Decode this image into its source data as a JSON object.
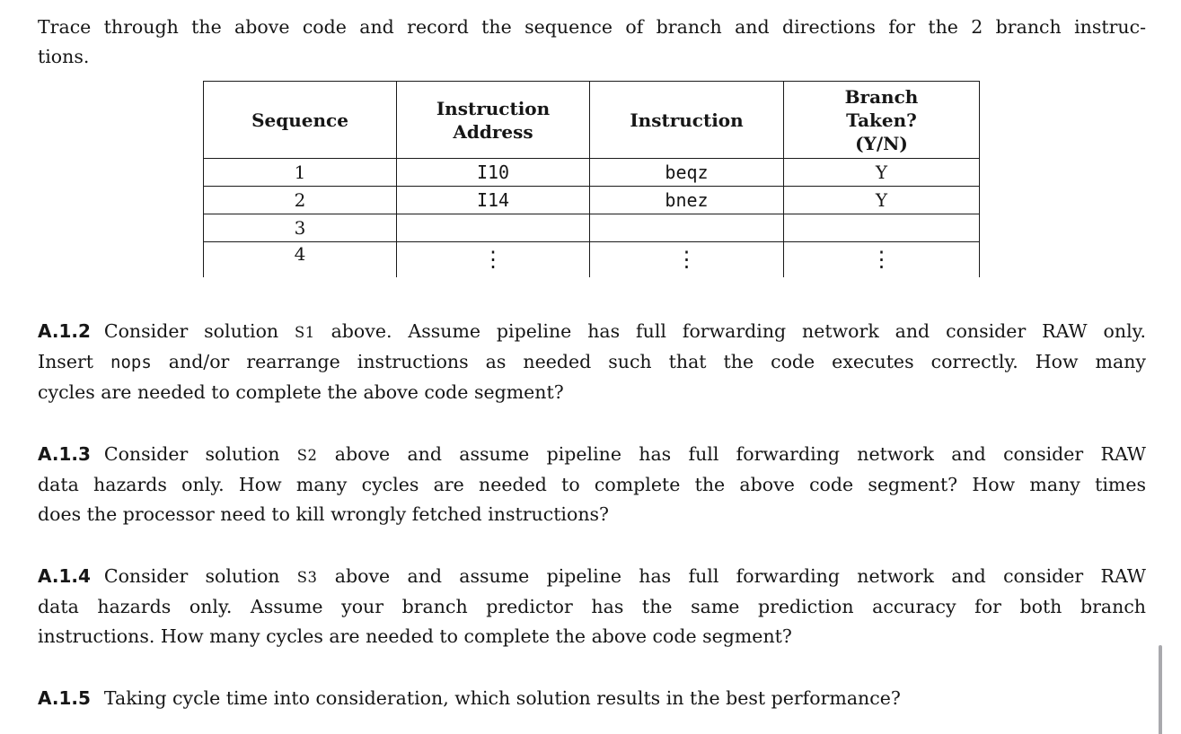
{
  "colors": {
    "background": "#ffffff",
    "text": "#161616",
    "table_border": "#1a1a1a",
    "scrollbar": "#a9a9ad"
  },
  "intro": {
    "lines": [
      {
        "justify": true,
        "segments": [
          {
            "t": "Trace through the above code and record the sequence of branch and directions for the 2 branch instruc-",
            "s": "r"
          }
        ]
      },
      {
        "justify": false,
        "segments": [
          {
            "t": "tions.",
            "s": "r"
          }
        ]
      }
    ]
  },
  "table": {
    "headers": [
      "Sequence",
      "Instruction\nAddress",
      "Instruction",
      "Branch\nTaken?\n(Y/N)"
    ],
    "rows": [
      {
        "seq": "1",
        "address": "I10",
        "instruction": "beqz",
        "taken": "Y"
      },
      {
        "seq": "2",
        "address": "I14",
        "instruction": "bnez",
        "taken": "Y"
      },
      {
        "seq": "3",
        "address": "",
        "instruction": "",
        "taken": ""
      },
      {
        "seq": "4",
        "address": "⋮",
        "instruction": "⋮",
        "taken": "⋮"
      }
    ]
  },
  "questions": [
    {
      "number": "A.1.2",
      "lines": [
        {
          "justify": true,
          "segments": [
            {
              "t": "A.1.2",
              "s": "b",
              "n": "question-number"
            },
            {
              "t": "Consider solution ",
              "s": "r"
            },
            {
              "t": "S1",
              "s": "sc",
              "n": "solution-ref"
            },
            {
              "t": " above.  Assume pipeline has full forwarding network and consider RAW only.",
              "s": "r"
            }
          ]
        },
        {
          "justify": true,
          "segments": [
            {
              "t": "Insert ",
              "s": "r"
            },
            {
              "t": "nops",
              "s": "m",
              "n": "code-token"
            },
            {
              "t": " and/or rearrange instructions as needed such that the code executes correctly.  How many",
              "s": "r"
            }
          ]
        },
        {
          "justify": false,
          "segments": [
            {
              "t": "cycles are needed to complete the above code segment?",
              "s": "r"
            }
          ]
        }
      ]
    },
    {
      "number": "A.1.3",
      "lines": [
        {
          "justify": true,
          "segments": [
            {
              "t": "A.1.3",
              "s": "b",
              "n": "question-number"
            },
            {
              "t": "Consider solution ",
              "s": "r"
            },
            {
              "t": "S2",
              "s": "sc",
              "n": "solution-ref"
            },
            {
              "t": " above and assume pipeline has full forwarding network and consider RAW",
              "s": "r"
            }
          ]
        },
        {
          "justify": true,
          "segments": [
            {
              "t": "data hazards only. How many cycles are needed to complete the above code segment? How many times",
              "s": "r"
            }
          ]
        },
        {
          "justify": false,
          "segments": [
            {
              "t": "does the processor need to kill wrongly fetched instructions?",
              "s": "r"
            }
          ]
        }
      ]
    },
    {
      "number": "A.1.4",
      "lines": [
        {
          "justify": true,
          "segments": [
            {
              "t": "A.1.4",
              "s": "b",
              "n": "question-number"
            },
            {
              "t": "Consider solution ",
              "s": "r"
            },
            {
              "t": "S3",
              "s": "sc",
              "n": "solution-ref"
            },
            {
              "t": " above and assume pipeline has full forwarding network and consider RAW",
              "s": "r"
            }
          ]
        },
        {
          "justify": true,
          "segments": [
            {
              "t": "data hazards only.  Assume your branch predictor has the same prediction accuracy for both branch",
              "s": "r"
            }
          ]
        },
        {
          "justify": false,
          "segments": [
            {
              "t": "instructions. How many cycles are needed to complete the above code segment?",
              "s": "r"
            }
          ]
        }
      ]
    },
    {
      "number": "A.1.5",
      "lines": [
        {
          "justify": false,
          "segments": [
            {
              "t": "A.1.5",
              "s": "b",
              "n": "question-number"
            },
            {
              "t": "Taking cycle time into consideration, which solution results in the best performance?",
              "s": "r"
            }
          ]
        }
      ]
    }
  ]
}
